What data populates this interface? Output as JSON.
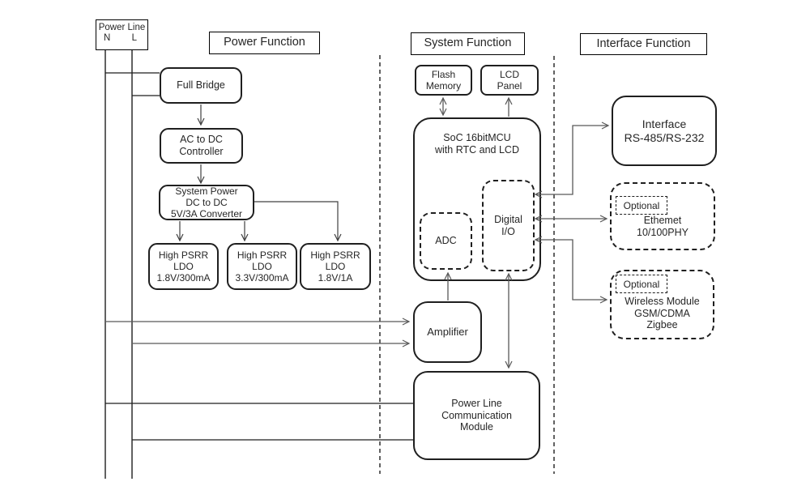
{
  "headers": {
    "power_line": {
      "title": "Power Line",
      "n": "N",
      "l": "L"
    },
    "power": "Power Function",
    "system": "System Function",
    "interface": "Interface Function"
  },
  "power": {
    "full_bridge": "Full Bridge",
    "ac_dc_controller": "AC to DC\nController",
    "dc_dc_converter": "System Power\nDC to DC\n5V/3A Converter",
    "ldo_1": "High PSRR\nLDO\n1.8V/300mA",
    "ldo_2": "High PSRR\nLDO\n3.3V/300mA",
    "ldo_3": "High PSRR\nLDO\n1.8V/1A"
  },
  "system": {
    "flash_memory": "Flash\nMemory",
    "lcd_panel": "LCD\nPanel",
    "soc": "SoC 16bitMCU\nwith RTC and LCD",
    "adc": "ADC",
    "digital_io": "Digital\nI/O",
    "amplifier": "Amplifier",
    "plc_module": "Power Line\nCommunication\nModule"
  },
  "interface": {
    "rs_interface": "Interface\nRS-485/RS-232",
    "optional": "Optional",
    "ethernet": "Ethemet\n10/100PHY",
    "wireless": "Wireless Module\nGSM/CDMA\nZigbee"
  },
  "colors": {
    "border": "#1f1f1f",
    "connector_gray": "#595959",
    "connector_dark": "#404040",
    "text": "#262626",
    "background": "#ffffff"
  }
}
